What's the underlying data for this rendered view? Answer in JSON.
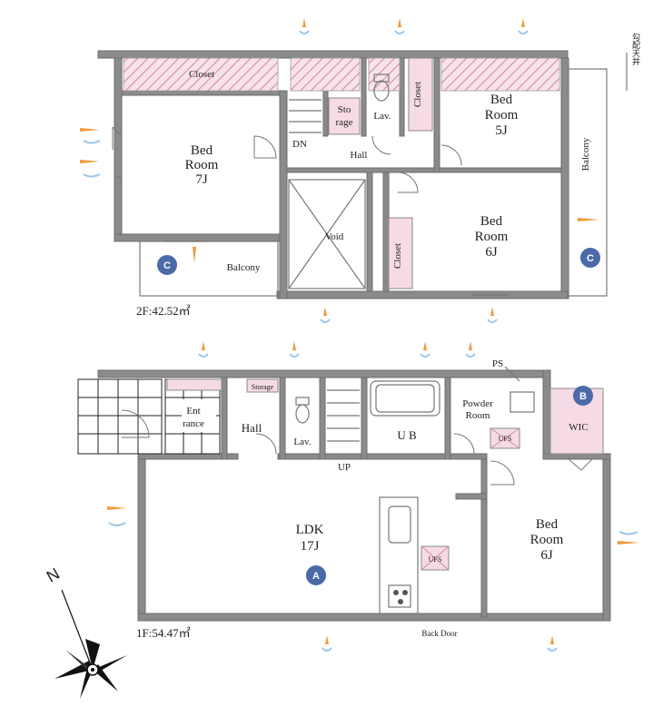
{
  "floor2": {
    "area": "2F:42.52㎡",
    "rooms": {
      "closet_top": "Closet",
      "bed7_l1": "Bed",
      "bed7_l2": "Room",
      "bed7_l3": "7J",
      "storage_l1": "Sto",
      "storage_l2": "rage",
      "lav": "Lav.",
      "closet_vert1": "Closet",
      "bed5_l1": "Bed",
      "bed5_l2": "Room",
      "bed5_l3": "5J",
      "dn": "DN",
      "hall": "Hall",
      "balcony_right": "Balcony",
      "void": "Void",
      "closet_vert2": "Closet",
      "bed6_l1": "Bed",
      "bed6_l2": "Room",
      "bed6_l3": "6J",
      "balcony_left": "Balcony"
    },
    "markers": [
      "C",
      "C"
    ],
    "note": "勾配天井"
  },
  "floor1": {
    "area": "1F:54.47㎡",
    "rooms": {
      "entrance_l1": "Ent",
      "entrance_l2": "rance",
      "storage": "Storage",
      "hall": "Hall",
      "lav": "Lav.",
      "ub": "U B",
      "powder_l1": "Powder",
      "powder_l2": "Room",
      "ufs1": "UFS",
      "ps": "PS",
      "wic": "WIC",
      "up": "UP",
      "ldk_l1": "LDK",
      "ldk_l2": "17J",
      "ufs2": "UFS",
      "bed6_l1": "Bed",
      "bed6_l2": "Room",
      "bed6_l3": "6J",
      "backdoor": "Back Door"
    },
    "markers": [
      "B",
      "A"
    ]
  },
  "compass": {
    "label": "N"
  },
  "colors": {
    "wall": "#8b8b8b",
    "closet_pink": "#f6dbe6",
    "marker_blue": "#4a6aa8",
    "light_orange": "#f29a3a",
    "light_blue": "#9cc6e8"
  }
}
